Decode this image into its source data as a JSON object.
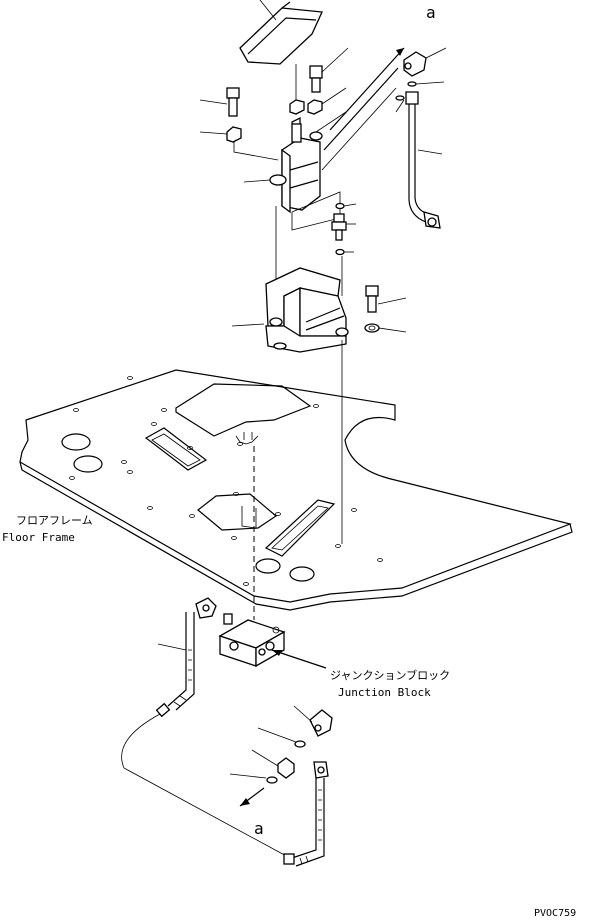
{
  "labels": {
    "ref_top": "a",
    "ref_bottom": "a",
    "floor_frame_jp": "フロアフレーム",
    "floor_frame_en": "Floor Frame",
    "junction_block_jp": "ジャンクションブロック",
    "junction_block_en": "Junction Block",
    "drawing_code": "PVOC759"
  }
}
